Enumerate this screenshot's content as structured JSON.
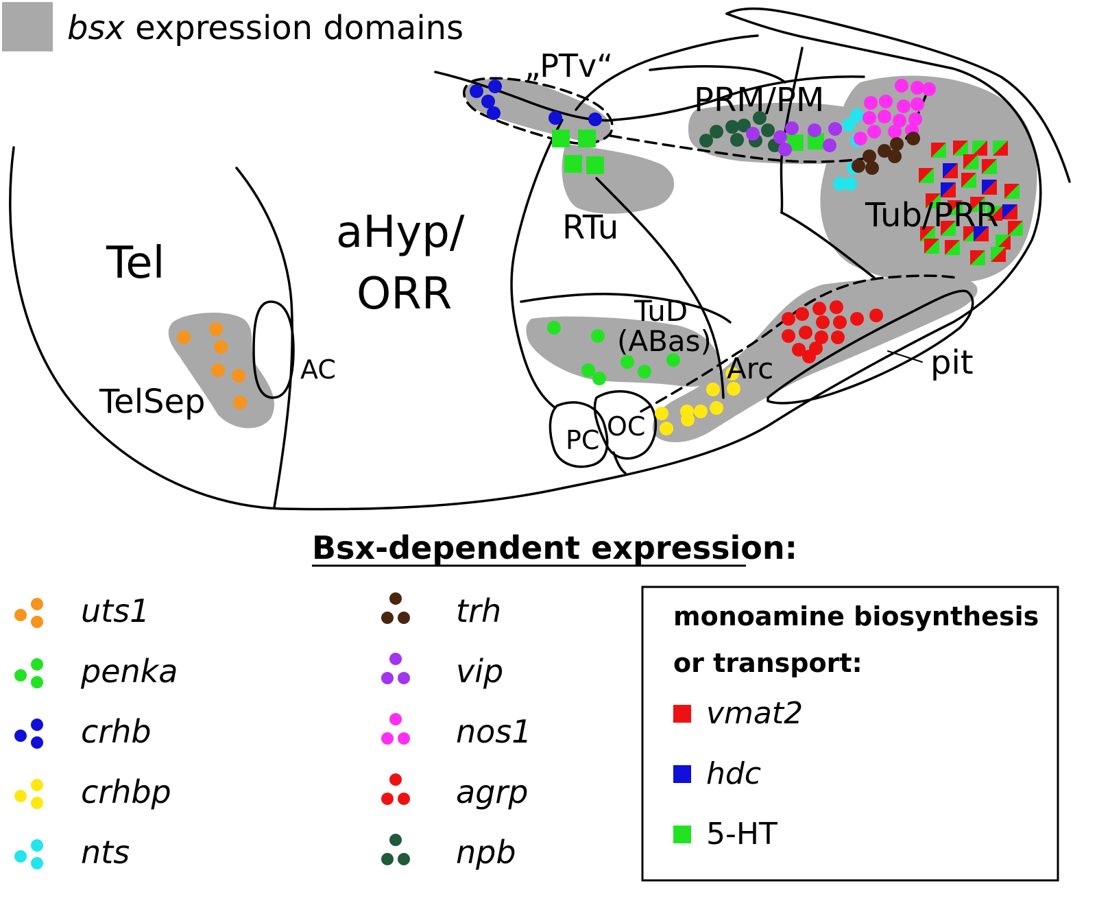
{
  "legend_top": {
    "label_italic": "bsx",
    "label_rest": " expression domains",
    "swatch_color": "#a9a9a9"
  },
  "regions": {
    "ptv": "„PTv“",
    "prm_pm": "PRM/PM",
    "rtu": "RTu",
    "ahyp": "aHyp/",
    "orr": "ORR",
    "tel": "Tel",
    "telsep": "TelSep",
    "ac": "AC",
    "tud": "TuD",
    "abas": "(ABas)",
    "arc": "Arc",
    "pit": "pit",
    "pc": "PC",
    "oc": "OC",
    "tub_prr": "Tub/PRR"
  },
  "bottom_legend": {
    "title": "Bsx-dependent expression:",
    "genes_left": [
      {
        "name": "uts1",
        "color": "#f7941d"
      },
      {
        "name": "penka",
        "color": "#22e322"
      },
      {
        "name": "crhb",
        "color": "#1010d8"
      },
      {
        "name": "crhbp",
        "color": "#ffe812"
      },
      {
        "name": "nts",
        "color": "#22e5ee"
      }
    ],
    "genes_right": [
      {
        "name": "trh",
        "color": "#4a2510"
      },
      {
        "name": "vip",
        "color": "#a335ee"
      },
      {
        "name": "nos1",
        "color": "#ff2ef2"
      },
      {
        "name": "agrp",
        "color": "#ee1111"
      },
      {
        "name": "npb",
        "color": "#1f5a3a"
      }
    ],
    "monoamine": {
      "title_line1": "monoamine biosynthesis",
      "title_line2": "or transport:",
      "items": [
        {
          "name": "vmat2",
          "color": "#ee1111",
          "italic": true
        },
        {
          "name": "hdc",
          "color": "#1010d8",
          "italic": true
        },
        {
          "name": "5-HT",
          "color": "#22e322",
          "italic": false
        }
      ]
    }
  }
}
